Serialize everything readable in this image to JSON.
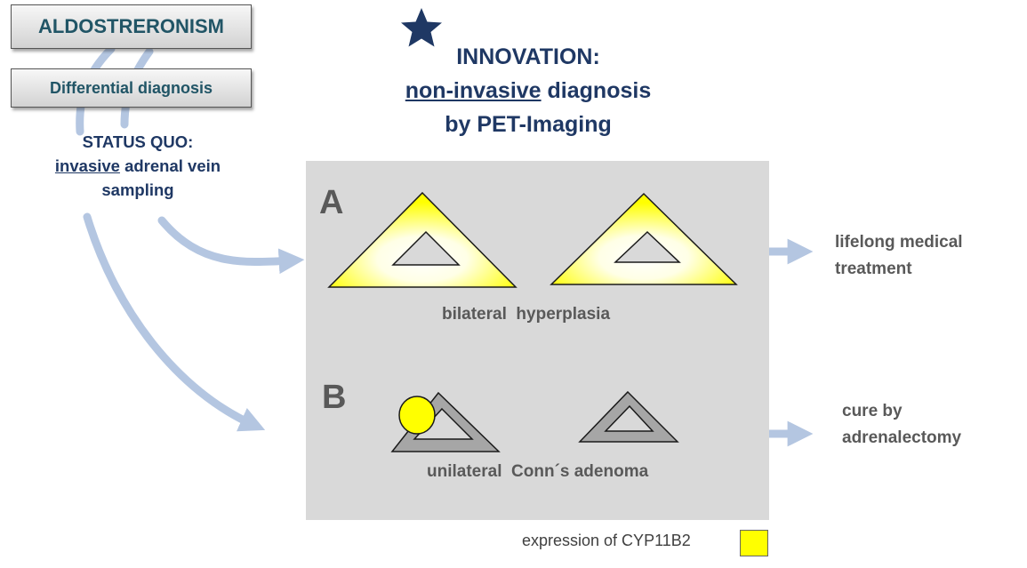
{
  "title_box": "ALDOSTRERONISM",
  "subtitle_box": "Differential diagnosis",
  "status_quo": {
    "line1": "STATUS QUO:",
    "line2_underlined": "invasive",
    "line2_rest": " adrenal vein",
    "line3": "sampling"
  },
  "innovation": {
    "line1": "INNOVATION:",
    "line2_underlined": "non-invasive",
    "line2_rest": " diagnosis",
    "line3": "by PET-Imaging"
  },
  "panel_a": {
    "letter": "A",
    "caption": "bilateral  hyperplasia"
  },
  "panel_b": {
    "letter": "B",
    "caption": "unilateral  Conn´s adenoma"
  },
  "outcome_a": {
    "line1": "lifelong medical",
    "line2": "treatment"
  },
  "outcome_b": {
    "line1": "cure by",
    "line2": "adrenalectomy"
  },
  "legend": {
    "label": "expression of CYP11B2",
    "swatch_color": "#ffff00"
  },
  "colors": {
    "dark_blue": "#1f3864",
    "teal_text": "#215566",
    "arrow_blue": "#b4c6e1",
    "panel_gray": "#d9d9d9",
    "yellow": "#ffff00"
  }
}
